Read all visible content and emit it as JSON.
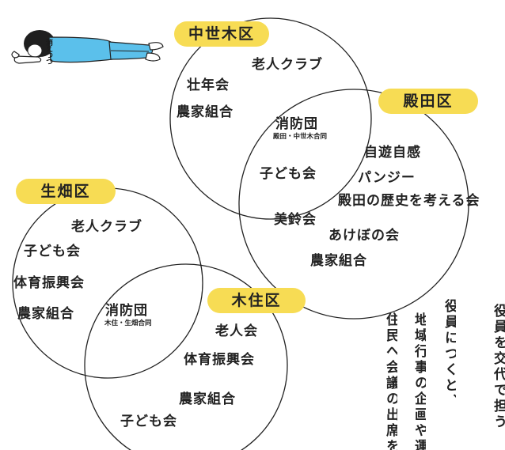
{
  "sleeper": {
    "caption": "消えつつ"
  },
  "groups": {
    "chuseki": {
      "title": "中世木区",
      "items": [
        "老人クラブ",
        "壮年会",
        "農家組合"
      ]
    },
    "tonoda": {
      "title": "殿田区",
      "items": [
        "自遊自感",
        "パンジー",
        "殿田の歴史を考える会",
        "美鈴会",
        "あけぼの会",
        "農家組合"
      ]
    },
    "shared_top": {
      "items": [
        "消防団",
        "子ども会"
      ],
      "note": "殿田・中世木合同"
    },
    "namahata": {
      "title": "生畑区",
      "items": [
        "老人クラブ",
        "子ども会",
        "体育振興会",
        "農家組合"
      ]
    },
    "kisumi": {
      "title": "木住区",
      "items": [
        "老人会",
        "体育振興会",
        "農家組合",
        "子ども会"
      ]
    },
    "shared_bottom": {
      "items": [
        "消防団"
      ],
      "note": "木住・生畑合同"
    }
  },
  "vertical_text": [
    "住民へ会議の出席を",
    "地域行事の企画や運",
    "役員につくと、",
    "役員を交代で担う"
  ],
  "colors": {
    "badge": "#f7dc54",
    "shirt": "#5bc0eb",
    "outline": "#222222"
  }
}
